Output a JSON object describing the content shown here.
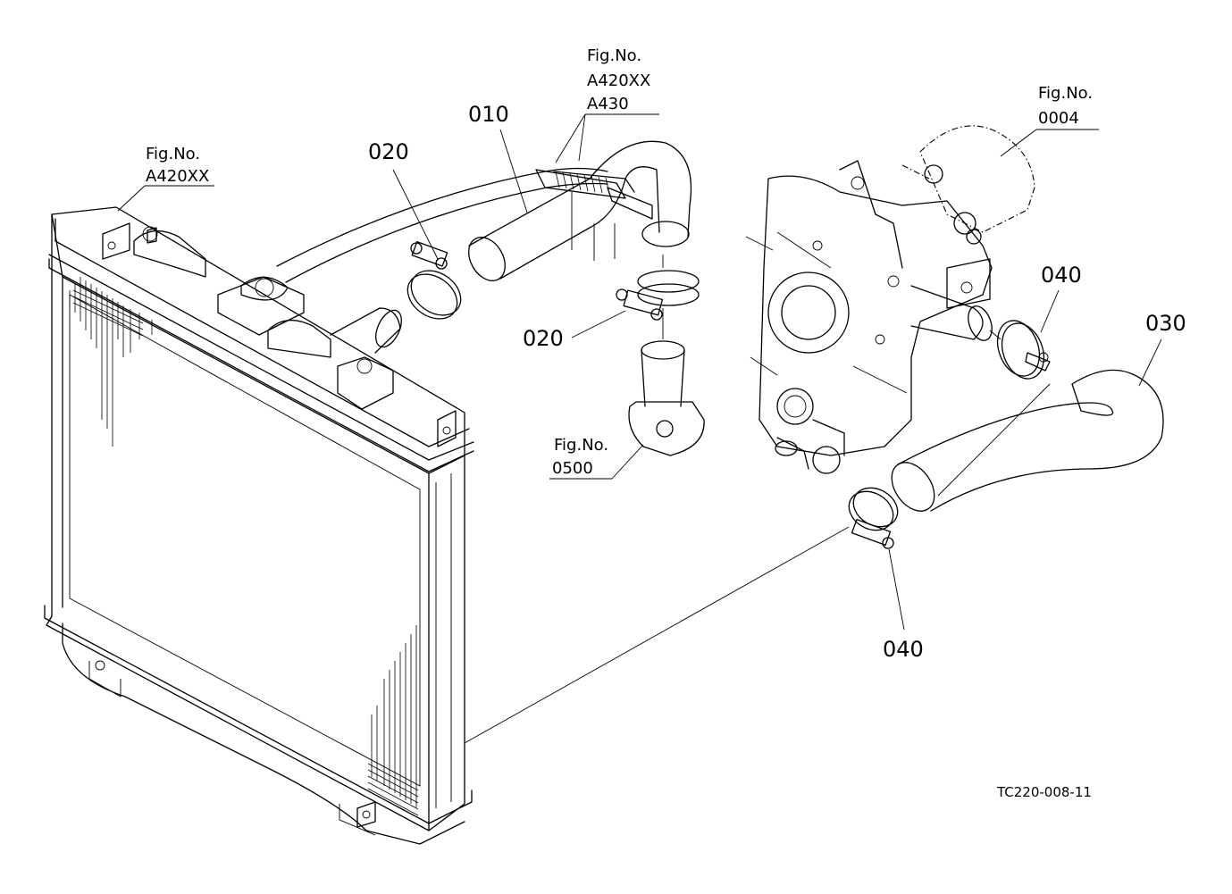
{
  "figure_refs": {
    "radiator_fig": {
      "label": "Fig.No.",
      "code": "A420XX"
    },
    "upper_fig": {
      "label": "Fig.No.",
      "code_1": "A420XX",
      "code_2": "A430"
    },
    "engine_fig": {
      "label": "Fig.No.",
      "code": "0004"
    },
    "thermostat_fig": {
      "label": "Fig.No.",
      "code": "0500"
    }
  },
  "part_callouts": {
    "p010": "010",
    "p020_top": "020",
    "p020_mid": "020",
    "p030": "030",
    "p040_top": "040",
    "p040_bottom": "040"
  },
  "drawing_id": "TC220-008-11"
}
